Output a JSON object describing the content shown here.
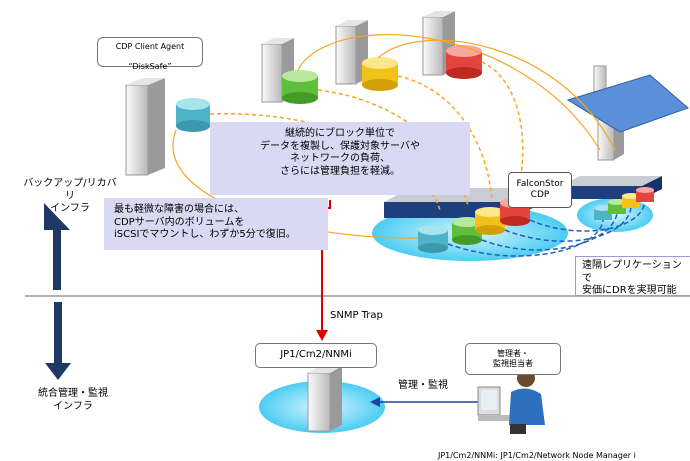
{
  "agent_callout": {
    "line1": "CDP Client Agent",
    "line2": "“DiskSafe”"
  },
  "note_continuous": "継続的にブロック単位で\nデータを複製し、保護対象サーバや\nネットワークの負荷、\nさらには管理負担を軽減。",
  "note_recovery": "最も軽微な障害の場合には、\nCDPサーバ内のボリュームを\niSCSIでマウントし、わずか5分で復旧。",
  "note_replication": "遠隔レプリケーションで\n安価にDRを実現可能",
  "falconstor": {
    "line1": "FalconStor",
    "line2": "CDP"
  },
  "left_labels": {
    "backup_infra": "バックアップ/リカバリ\nインフラ",
    "mgmt_infra": "統合管理・監視\nインフラ"
  },
  "snmp_trap": "SNMP Trap",
  "jp1_box": "JP1/Cm2/NNMi",
  "admin_box": {
    "line1": "管理者・",
    "line2": "監視担当者"
  },
  "monitor_label": "管理・監視",
  "footnote": "JP1/Cm2/NNMi: JP1/Cm2/Network Node Manager i",
  "colors": {
    "accent_blue": "#1f3864",
    "callout_fill": "#d9d9f3",
    "trap_red": "#e00000",
    "cyan_ellipse": "#4fd0f0"
  },
  "icons": [
    "server-icon",
    "database-cylinder-icon",
    "storage-appliance-icon",
    "admin-person-icon",
    "up-arrow-icon",
    "down-arrow-icon"
  ]
}
